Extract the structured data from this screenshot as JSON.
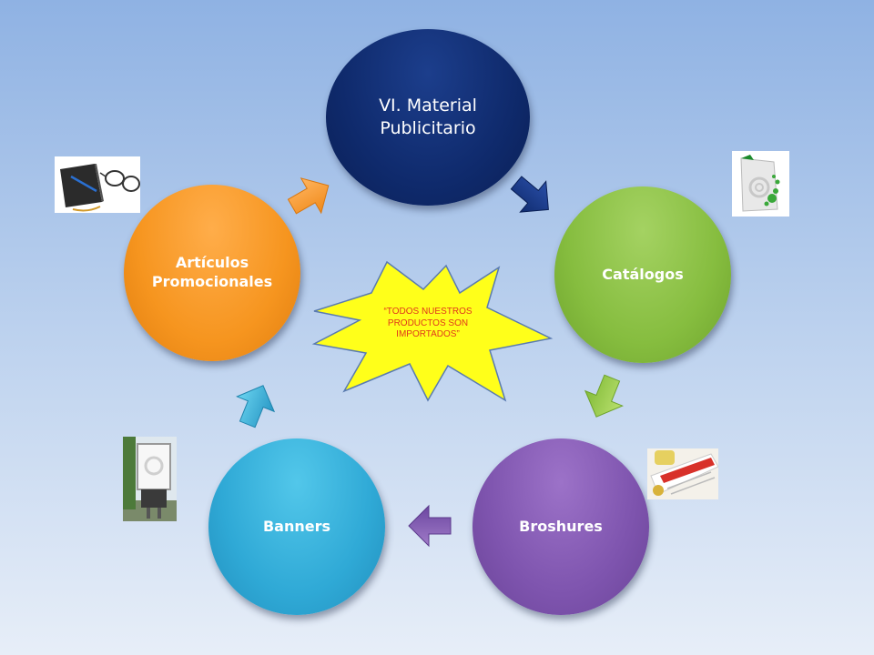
{
  "diagram": {
    "center_node": {
      "label": "VI. Material Publicitario",
      "color": "#0f2a6c"
    },
    "nodes": [
      {
        "id": "catalogos",
        "label": "Catálogos",
        "color": "#86bd3f"
      },
      {
        "id": "broshures",
        "label": "Broshures",
        "color": "#7e54ae"
      },
      {
        "id": "banners",
        "label": "Banners",
        "color": "#2fa9d6"
      },
      {
        "id": "articulos",
        "label": "Artículos Promocionales",
        "color": "#f6951f"
      }
    ],
    "callout": {
      "text": "“TODOS NUESTROS PRODUCTOS SON IMPORTADOS”",
      "fill": "#ffff1a",
      "text_color": "#e0381c"
    }
  },
  "icons": {
    "notebook": "notebook-glasses-icon",
    "catalog": "catalog-icon",
    "shopping": "shopping-list-icon",
    "billboard": "billboard-icon"
  }
}
